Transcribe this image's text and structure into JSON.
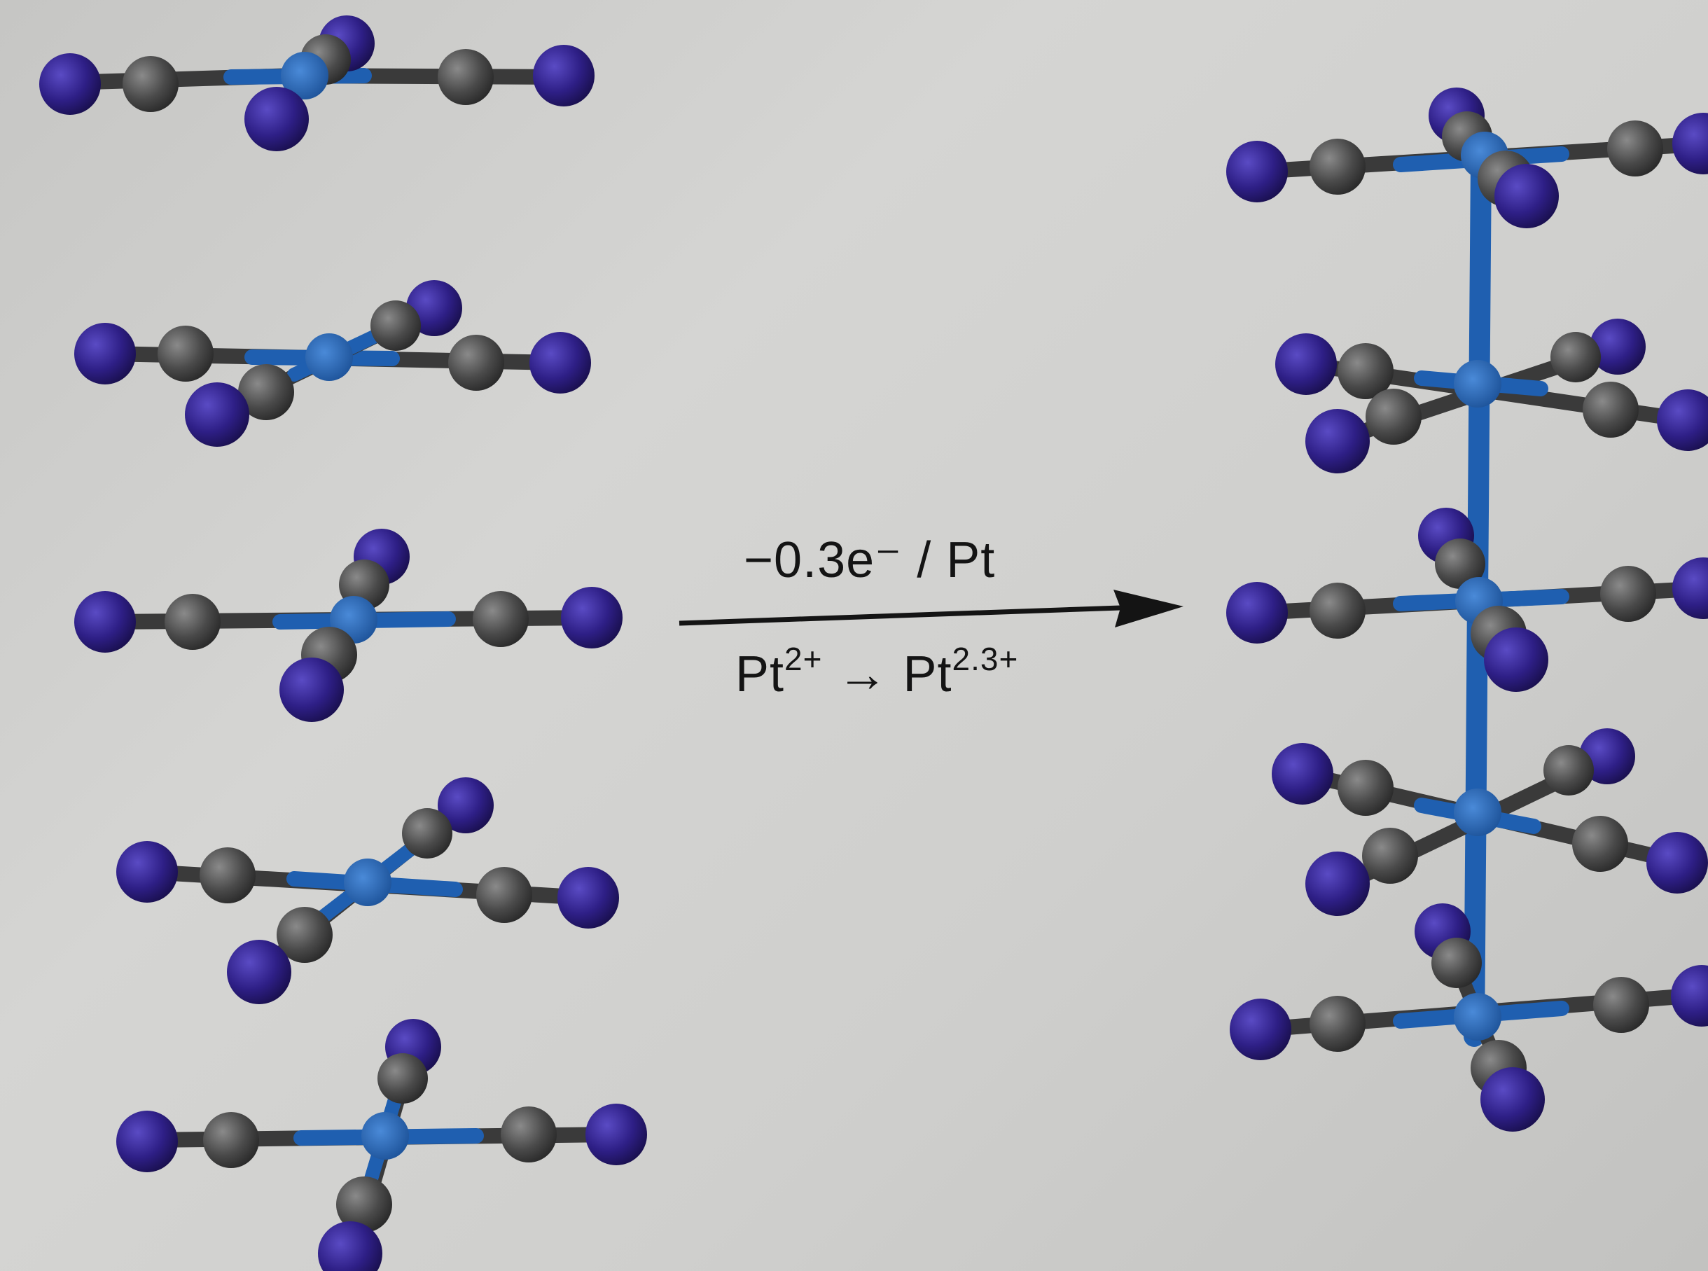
{
  "reaction": {
    "top_label": "−0.3e⁻ / Pt",
    "bottom": {
      "reactant_base": "Pt",
      "reactant_charge": "2+",
      "arrow": "→",
      "product_base": "Pt",
      "product_charge": "2.3+"
    }
  },
  "colors": {
    "background": "#cfcfcd",
    "nitrogen": "#2e1f86",
    "carbon": "#4a4a4a",
    "platinum": "#1f5fb0",
    "arrow": "#141414"
  },
  "molecules": {
    "left_column_count": 5,
    "right_stack_count": 5
  }
}
